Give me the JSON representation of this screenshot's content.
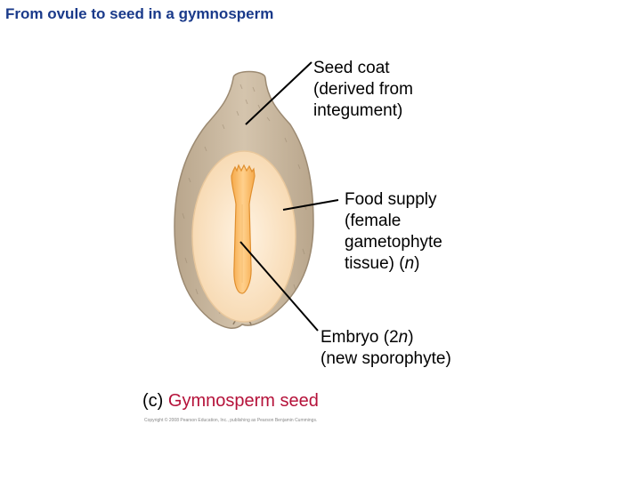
{
  "title": "From ovule to seed in a gymnosperm",
  "labels": {
    "seed_coat": [
      "Seed coat",
      "(derived from",
      "integument)"
    ],
    "food_supply_lines": [
      "Food supply",
      "(female",
      "gametophyte"
    ],
    "food_supply_last_prefix": "tissue) (",
    "food_supply_last_var": "n",
    "food_supply_last_suffix": ")",
    "embryo_prefix": "Embryo (2",
    "embryo_var": "n",
    "embryo_suffix": ")",
    "embryo_line2": "(new sporophyte)"
  },
  "caption": {
    "letter": "(c)",
    "text": "Gymnosperm seed"
  },
  "copyright": "Copyright © 2008 Pearson Education, Inc., publishing as Pearson Benjamin Cummings.",
  "colors": {
    "title": "#1a3a8a",
    "caption_accent": "#b5123a",
    "seed_coat": "#c8b59c",
    "food_supply": "#fbe3c3",
    "embryo": "#f3aa4e"
  }
}
